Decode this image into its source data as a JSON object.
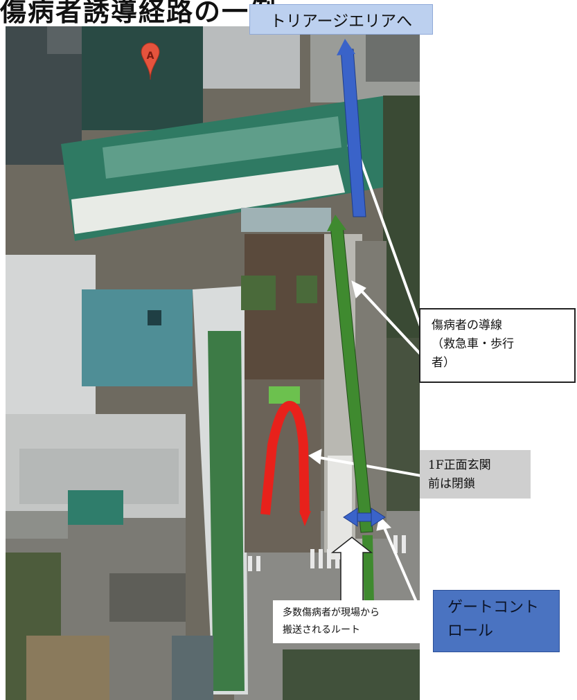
{
  "title": "傷病者誘導経路の一例",
  "map": {
    "pin_label": "A",
    "pin_icon": "map-marker-icon",
    "colors": {
      "pin": "#e5533d",
      "route_blue": "#3a63c9",
      "route_green": "#3f8a2f",
      "route_red": "#e8211b",
      "pointer": "#ffffff"
    }
  },
  "labels": {
    "triage": "トリアージエリアへ",
    "flow_line1": "傷病者の導線",
    "flow_line2": "（救急車・歩行",
    "flow_line3": "者）",
    "closed_line1": "1F正面玄関",
    "closed_line2": "前は閉鎖",
    "gate_line1": "ゲートコント",
    "gate_line2": "ロール",
    "mass_line1": "多数傷病者が現場から",
    "mass_line2": "搬送されるルート"
  }
}
